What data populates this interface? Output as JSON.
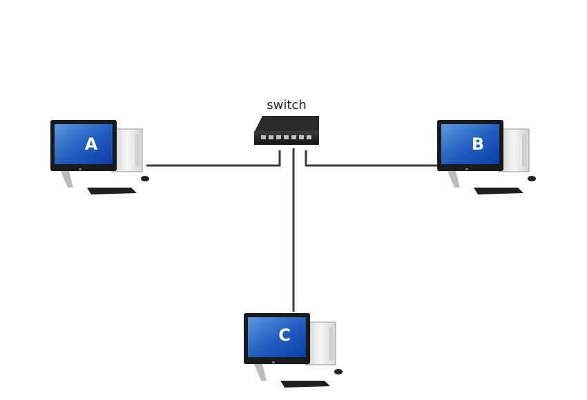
{
  "diagram": {
    "switch": {
      "label": "switch"
    },
    "computers": [
      {
        "id": "A",
        "label": "A"
      },
      {
        "id": "B",
        "label": "B"
      },
      {
        "id": "C",
        "label": "C"
      }
    ],
    "links": [
      {
        "from": "switch",
        "to": "A"
      },
      {
        "from": "switch",
        "to": "B"
      },
      {
        "from": "switch",
        "to": "C"
      }
    ]
  },
  "colors": {
    "cable": "#3a3a3a",
    "screen_dark": "#0d3fa6",
    "screen_light": "#5c98e0",
    "device_body": "#1f1f1f",
    "tower": "#e9e9e9"
  }
}
